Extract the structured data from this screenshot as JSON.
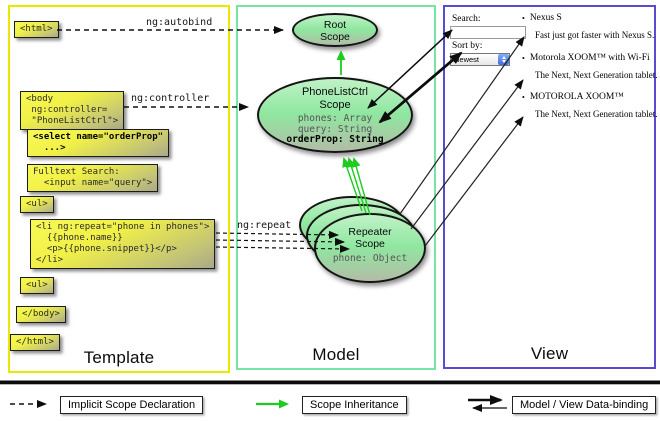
{
  "annotations": {
    "autobind": "ng:autobind",
    "controller": "ng:controller",
    "repeat": "ng:repeat"
  },
  "template": {
    "title": "Template",
    "html_open": "<html>",
    "body_open": [
      "<body",
      " ng:controller=",
      " \"PhoneListCtrl\">"
    ],
    "select_box": [
      "<select name=\"orderProp\"",
      "  ...>"
    ],
    "fulltext_box": [
      "Fulltext Search:",
      "  <input name=\"query\">"
    ],
    "ul_open": "<ul>",
    "li_repeat": [
      "<li ng:repeat=\"phone in phones\">",
      "  {{phone.name}}",
      "  <p>{{phone.snippet}}</p>",
      "</li>"
    ],
    "ul_close": "<ul>",
    "body_close": "</body>",
    "html_close": "</html>"
  },
  "model": {
    "title": "Model",
    "root_scope": {
      "name": "Root",
      "type": "Scope"
    },
    "ctrl_scope": {
      "name": "PhoneListCtrl",
      "type": "Scope",
      "prop1": "phones: Array",
      "prop2": "query: String",
      "prop3": "orderProp: String"
    },
    "repeater_scope": {
      "name": "Repeater",
      "type": "Scope",
      "prop": "phone: Object"
    }
  },
  "view": {
    "title": "View",
    "search_label": "Search:",
    "sort_label": "Sort by:",
    "sort_value": "Newest",
    "items": [
      {
        "bullet": "•",
        "title": "Nexus S",
        "desc": "Fast just got faster with Nexus S."
      },
      {
        "bullet": "•",
        "title": "Motorola XOOM™ with Wi-Fi",
        "desc": "The Next, Next Generation tablet."
      },
      {
        "bullet": "•",
        "title": "MOTOROLA XOOM™",
        "desc": "The Next, Next Generation tablet."
      }
    ]
  },
  "legend": {
    "implicit": "Implicit Scope Declaration",
    "inheritance": "Scope Inheritance",
    "binding": "Model / View Data-binding"
  },
  "colors": {
    "template_border": "#e9e900",
    "model_border": "#77e4a6",
    "view_border": "#584bd2",
    "scope_green": "#1ecb1e"
  }
}
